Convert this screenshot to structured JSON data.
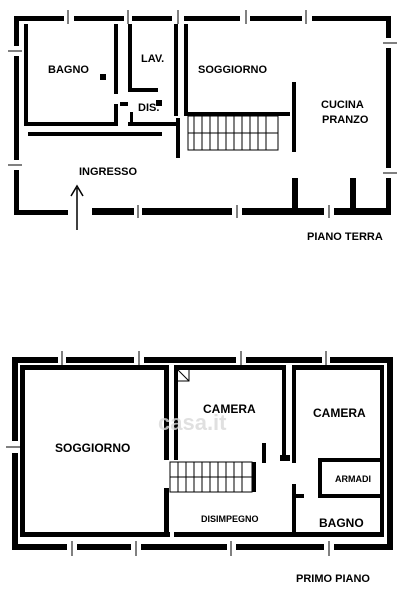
{
  "ground_floor": {
    "caption": "PIANO TERRA",
    "rooms": {
      "bagno": "BAGNO",
      "lavanderia": "LAV.",
      "disimpegno": "DIS.",
      "soggiorno": "SOGGIORNO",
      "cucina_line1": "CUCINA",
      "cucina_line2": "PRANZO",
      "ingresso": "INGRESSO"
    }
  },
  "first_floor": {
    "caption": "PRIMO PIANO",
    "rooms": {
      "soggiorno": "SOGGIORNO",
      "camera_center": "CAMERA",
      "camera_right": "CAMERA",
      "armadi": "ARMADI",
      "disimpegno": "DISIMPEGNO",
      "bagno": "BAGNO"
    }
  },
  "watermark": "casa.it",
  "colors": {
    "wall": "#000000",
    "background": "#ffffff",
    "watermark": "#d9d9d9"
  }
}
